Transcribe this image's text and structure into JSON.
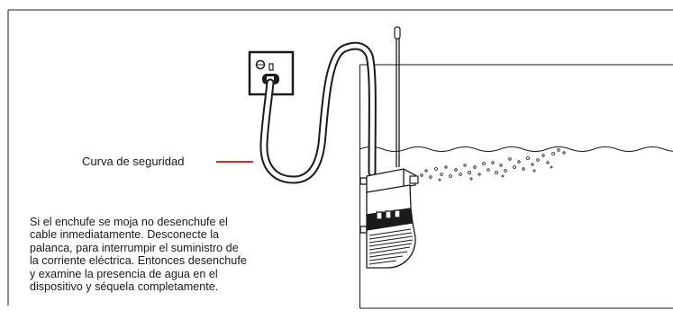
{
  "callout": {
    "label": "Curva de seguridad",
    "line_color": "#d7262e"
  },
  "warning": {
    "lines": [
      "Si el enchufe se moja no desenchufe el",
      "cable inmediatamente. Desconecte la",
      "palanca, para interrumpir el suministro de",
      "la corriente eléctrica. Entonces desenchufe",
      "y examine la presencia de agua en el",
      "dispositivo y séquela completamente."
    ]
  },
  "icons": {
    "socket": "wall-socket-icon",
    "filter": "aquarium-filter-icon"
  },
  "colors": {
    "ink": "#1a1a1a",
    "accent": "#d7262e"
  }
}
